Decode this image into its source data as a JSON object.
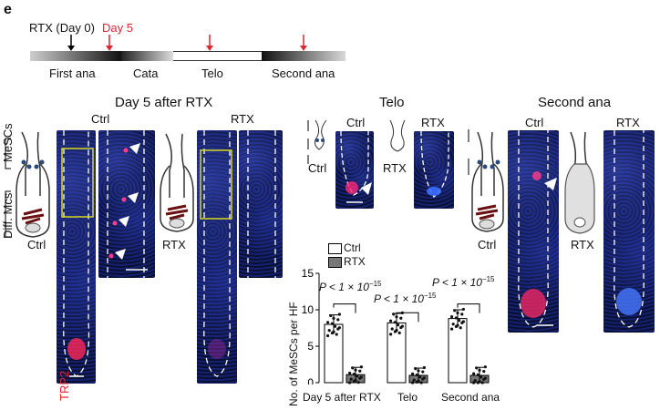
{
  "panel_letter": "e",
  "timeline": {
    "rtx_day0": "RTX (Day 0)",
    "day5": "Day 5",
    "phases": [
      "First ana",
      "Cata",
      "Telo",
      "Second ana"
    ]
  },
  "sections": {
    "day5_title": "Day 5 after RTX",
    "telo_title": "Telo",
    "second_title": "Second ana"
  },
  "labels": {
    "ctrl": "Ctrl",
    "rtx": "RTX",
    "mescs": "MeSCs",
    "diff_mcs": "Diff. Mcs",
    "trp2": "TRP2"
  },
  "chart_data": {
    "type": "bar",
    "categories": [
      "Day 5 after RTX",
      "Telo",
      "Second ana"
    ],
    "series": [
      {
        "name": "Ctrl",
        "values": [
          8.0,
          8.2,
          8.8
        ],
        "err": [
          1.3,
          1.3,
          1.2
        ],
        "color": "#ffffff"
      },
      {
        "name": "RTX",
        "values": [
          1.1,
          1.0,
          1.0
        ],
        "err": [
          1.0,
          1.0,
          1.1
        ],
        "color": "#777777"
      }
    ],
    "ylabel": "No. of MeSCs per HF",
    "ylim": [
      0,
      15
    ],
    "yticks": [
      0,
      5,
      10,
      15
    ],
    "legend": [
      "Ctrl",
      "RTX"
    ],
    "significance": [
      "P < 1 × 10",
      "P < 1 × 10",
      "P < 1 × 10"
    ],
    "significance_exp": [
      "−15",
      "−15",
      "−15"
    ]
  }
}
